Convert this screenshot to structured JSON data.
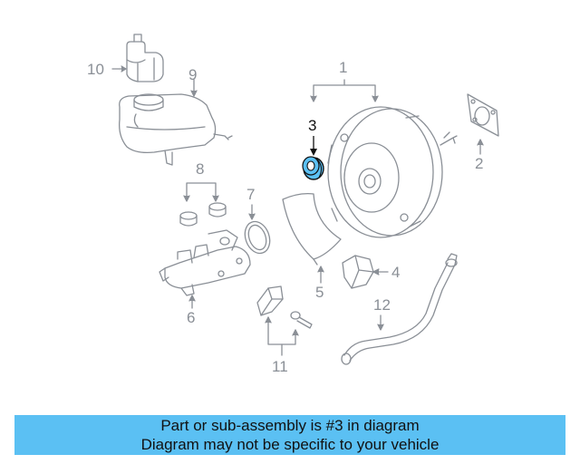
{
  "diagram": {
    "highlighted_part": "3",
    "highlight_color": "#5bc0f3",
    "line_color": "#8a8f96",
    "callouts": {
      "c1": "1",
      "c2": "2",
      "c3": "3",
      "c4": "4",
      "c5": "5",
      "c6": "6",
      "c7": "7",
      "c8": "8",
      "c9": "9",
      "c10": "10",
      "c11": "11",
      "c12": "12"
    }
  },
  "banner": {
    "line1": "Part or sub-assembly is #3 in diagram",
    "line2": "Diagram may not be specific to your vehicle",
    "background": "#5bc0f3"
  }
}
